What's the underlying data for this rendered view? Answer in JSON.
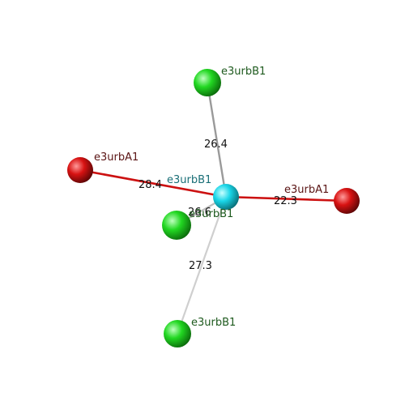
{
  "center": {
    "label": "e3urbB1",
    "color": "#19d8e6"
  },
  "nodes": [
    {
      "id": "top",
      "label": "e3urbB1",
      "color": "#1fd21f",
      "label_color": "#1e5a1e",
      "distance": "26.4",
      "bond_color": "#9a9a9a"
    },
    {
      "id": "left",
      "label": "e3urbA1",
      "color": "#d40f12",
      "label_color": "#5a1414",
      "distance": "28.4",
      "bond_color": "#cc1111"
    },
    {
      "id": "right",
      "label": "e3urbA1",
      "color": "#d40f12",
      "label_color": "#5a1414",
      "distance": "22.3",
      "bond_color": "#cc1111"
    },
    {
      "id": "mid",
      "label": "e3urbB1",
      "color": "#1fd21f",
      "label_color": "#1e5a1e",
      "distance": "26.6",
      "bond_color": "#bdbdbd"
    },
    {
      "id": "bottom",
      "label": "e3urbB1",
      "color": "#1fd21f",
      "label_color": "#1e5a1e",
      "distance": "27.3",
      "bond_color": "#bdbdbd"
    }
  ]
}
